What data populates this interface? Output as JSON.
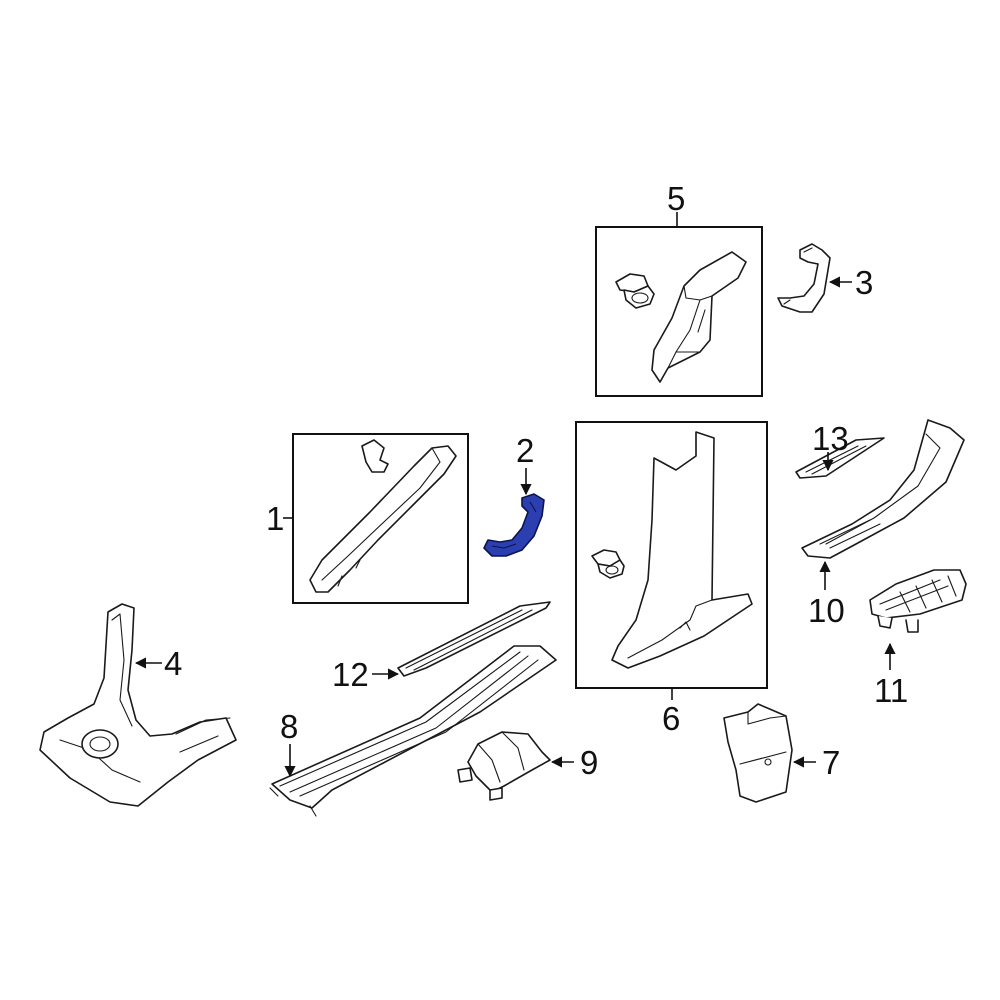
{
  "colors": {
    "line": "#1a1a1a",
    "highlight": "#2b3fb0",
    "background": "#ffffff"
  },
  "callouts": [
    {
      "id": "1",
      "label": "1"
    },
    {
      "id": "2",
      "label": "2"
    },
    {
      "id": "3",
      "label": "3"
    },
    {
      "id": "4",
      "label": "4"
    },
    {
      "id": "5",
      "label": "5"
    },
    {
      "id": "6",
      "label": "6"
    },
    {
      "id": "7",
      "label": "7"
    },
    {
      "id": "8",
      "label": "8"
    },
    {
      "id": "9",
      "label": "9"
    },
    {
      "id": "10",
      "label": "10"
    },
    {
      "id": "11",
      "label": "11"
    },
    {
      "id": "12",
      "label": "12"
    },
    {
      "id": "13",
      "label": "13"
    }
  ],
  "highlighted_part": "2"
}
